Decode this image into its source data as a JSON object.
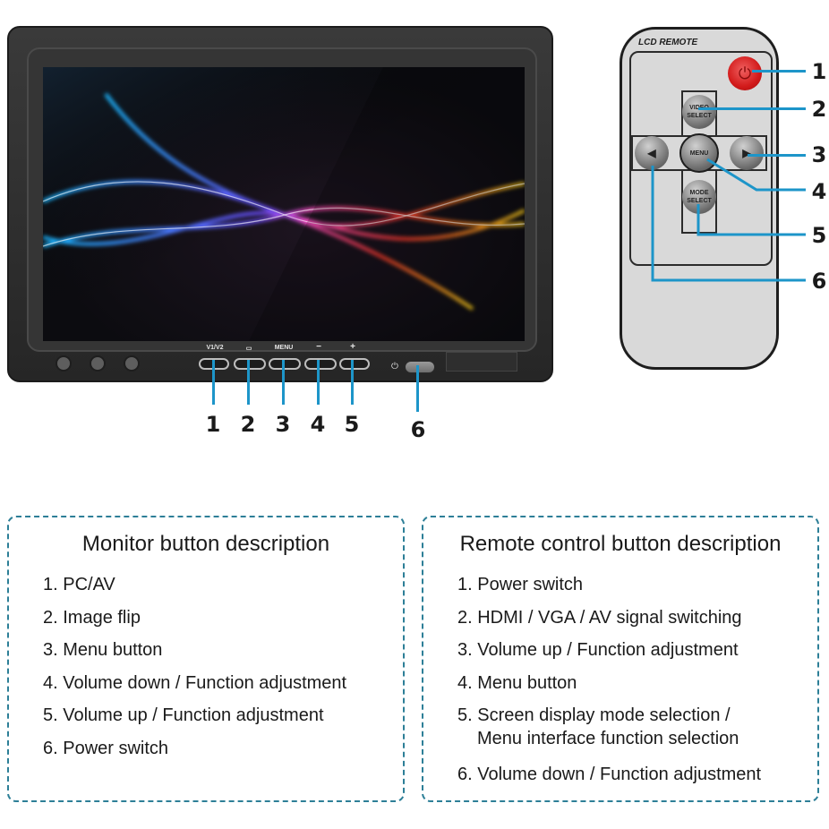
{
  "monitor": {
    "front_buttons": [
      {
        "number": "1",
        "label": "V1/V2"
      },
      {
        "number": "2",
        "label": "▭"
      },
      {
        "number": "3",
        "label": "MENU"
      },
      {
        "number": "4",
        "label": "−"
      },
      {
        "number": "5",
        "label": "+"
      }
    ],
    "power_button": {
      "number": "6",
      "symbol": "⏻"
    },
    "side_buttons_count": 3
  },
  "remote": {
    "title": "LCD REMOTE",
    "buttons": {
      "power": {
        "number": "1",
        "symbol": "⏻"
      },
      "video_select": {
        "number": "2",
        "line1": "VIDEO",
        "line2": "SELECT"
      },
      "right": {
        "number": "3",
        "symbol": "▶"
      },
      "menu": {
        "number": "4",
        "label": "MENU"
      },
      "mode_select": {
        "number": "5",
        "line1": "MODE",
        "line2": "SELECT"
      },
      "left": {
        "number": "6",
        "symbol": "◀"
      }
    }
  },
  "monitor_description": {
    "title": "Monitor button description",
    "items": [
      "1. PC/AV",
      "2. Image flip",
      "3. Menu button",
      "4. Volume down / Function adjustment",
      "5. Volume up / Function adjustment",
      "6. Power switch"
    ]
  },
  "remote_description": {
    "title": "Remote control button description",
    "items": [
      {
        "text": "1. Power switch"
      },
      {
        "text": "2. HDMI / VGA / AV signal switching"
      },
      {
        "text": "3. Volume up / Function adjustment"
      },
      {
        "text": "4. Menu button"
      },
      {
        "text": "5. Screen display mode selection /",
        "continuation": "Menu interface function selection"
      },
      {
        "text": "6. Volume down / Function adjustment"
      }
    ]
  },
  "colors": {
    "callout_line": "#1d95c9",
    "dashed_border": "#2d7f97",
    "remote_power": "#d21a1a"
  }
}
